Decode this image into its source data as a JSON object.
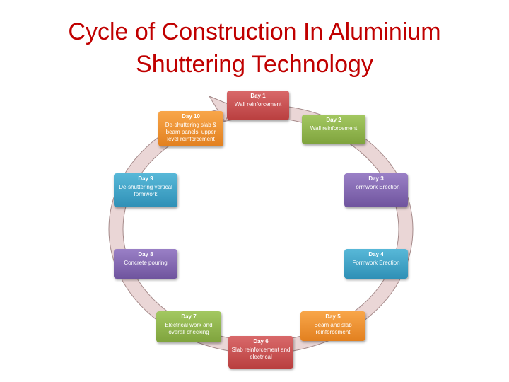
{
  "title": {
    "line1": "Cycle of Construction In Aluminium",
    "line2": "Shuttering Technology"
  },
  "colors": {
    "title": "#c00000",
    "ring_fill": "#ead6d6",
    "ring_stroke": "#a58a8a",
    "red": "#c95051",
    "green": "#90b64c",
    "purple": "#8166b0",
    "blue": "#40a4c8",
    "orange": "#f29331"
  },
  "steps": [
    {
      "day": "Day 1",
      "desc": "Wall reinforcement",
      "color": "red"
    },
    {
      "day": "Day  2",
      "desc": "Wall reinforcement",
      "color": "green"
    },
    {
      "day": "Day 3",
      "desc": "Formwork Erection",
      "color": "purple"
    },
    {
      "day": "Day 4",
      "desc": "Formwork Erection",
      "color": "blue"
    },
    {
      "day": "Day 5",
      "desc": "Beam and slab reinforcement",
      "color": "orange"
    },
    {
      "day": "Day 6",
      "desc": "Slab reinforcement and electrical",
      "color": "red"
    },
    {
      "day": "Day 7",
      "desc": "Electrical work and overall checking",
      "color": "green"
    },
    {
      "day": "Day 8",
      "desc": "Concrete pouring",
      "color": "purple"
    },
    {
      "day": "Day 9",
      "desc": "De-shuttering vertical formwork",
      "color": "blue"
    },
    {
      "day": "Day 10",
      "desc": "De-shuttering slab & beam panels, upper level reinforcement",
      "color": "orange"
    }
  ]
}
